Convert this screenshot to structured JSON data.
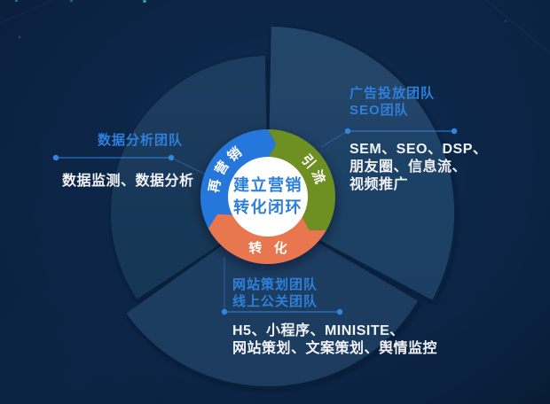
{
  "center": {
    "title_line1": "建立营销",
    "title_line2": "转化闭环"
  },
  "ring": {
    "segments": [
      {
        "id": "remarketing",
        "label": "再营销",
        "chars": [
          "再",
          "营",
          "销"
        ],
        "color": "#2577dc"
      },
      {
        "id": "traffic",
        "label": "引流",
        "chars": [
          "引",
          "流"
        ],
        "color": "#6e9022"
      },
      {
        "id": "conversion",
        "label": "转化",
        "chars": [
          "转",
          "化"
        ],
        "color": "#e8764f"
      }
    ],
    "flow": "clockwise"
  },
  "annotations": {
    "traffic": {
      "team_lines": [
        "广告投放团队",
        "SEO团队"
      ],
      "detail_lines": [
        "SEM、SEO、DSP、",
        "朋友圈、信息流、",
        "视频推广"
      ]
    },
    "remarketing": {
      "team_lines": [
        "数据分析团队"
      ],
      "detail_lines": [
        "数据监测、数据分析"
      ]
    },
    "conversion": {
      "team_lines": [
        "网站策划团队",
        "线上公关团队"
      ],
      "detail_lines": [
        "H5、小程序、MINISITE、",
        "网站策划、文案策划、舆情监控"
      ]
    }
  },
  "colors": {
    "background_dark": "#0a1f3b",
    "background_mid": "#0c2444",
    "blade_right": "#1f4368",
    "blade_bottom": "#1c3d61",
    "blade_left": "#1a395a",
    "segment_blue": "#2577dc",
    "segment_green": "#6e9022",
    "segment_orange": "#e8764f",
    "label_blue": "#2e80db",
    "detail_white": "#f1f3f6",
    "connector_blue": "#3080d8",
    "center_text_blue": "#2d7fdb"
  }
}
